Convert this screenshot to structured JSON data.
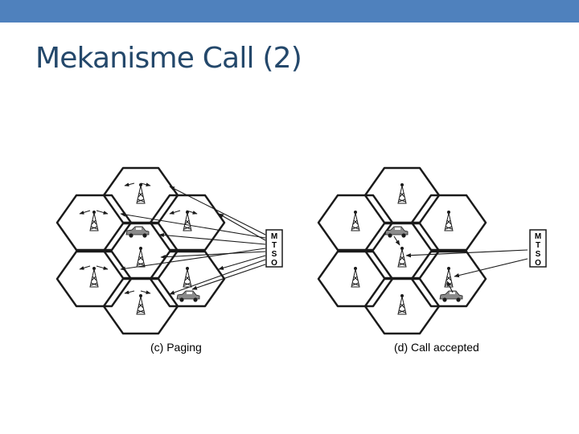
{
  "slide": {
    "title": "Mekanisme Call (2)",
    "title_color": "#24486b",
    "bar_color": "#4f81bd"
  },
  "panels": [
    {
      "caption": "(c) Paging",
      "mtso_letters": [
        "M",
        "T",
        "S",
        "O"
      ],
      "cells": [
        "top",
        "upper-left",
        "upper-right",
        "center",
        "lower-left",
        "lower-right",
        "bottom"
      ],
      "cars": [
        "center",
        "lower-right"
      ]
    },
    {
      "caption": "(d) Call accepted",
      "mtso_letters": [
        "M",
        "T",
        "S",
        "O"
      ],
      "cells": [
        "top",
        "upper-left",
        "upper-right",
        "center",
        "lower-left",
        "lower-right",
        "bottom"
      ],
      "cars": [
        "center",
        "lower-right"
      ]
    }
  ],
  "colors": {
    "line": "#1a1a1a",
    "car_body": "#8a8a8a"
  }
}
